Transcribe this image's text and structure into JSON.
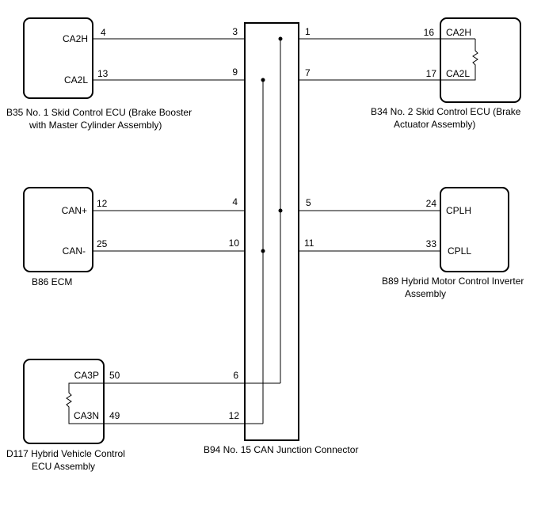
{
  "components": {
    "b35": {
      "caption_line1": "B35  No. 1 Skid Control ECU (Brake Booster",
      "caption_line2": "with Master Cylinder Assembly)",
      "pins": [
        {
          "label": "CA2H",
          "number": "4"
        },
        {
          "label": "CA2L",
          "number": "13"
        }
      ]
    },
    "b34": {
      "caption_line1": "B34  No. 2 Skid Control ECU (Brake",
      "caption_line2": "Actuator Assembly)",
      "pins": [
        {
          "label": "CA2H",
          "number": "16"
        },
        {
          "label": "CA2L",
          "number": "17"
        }
      ]
    },
    "b86": {
      "caption_line1": "B86  ECM",
      "pins": [
        {
          "label": "CAN+",
          "number": "12"
        },
        {
          "label": "CAN-",
          "number": "25"
        }
      ]
    },
    "b89": {
      "caption_line1": "B89  Hybrid Motor Control Inverter",
      "caption_line2": "Assembly",
      "pins": [
        {
          "label": "CPLH",
          "number": "24"
        },
        {
          "label": "CPLL",
          "number": "33"
        }
      ]
    },
    "d117": {
      "caption_line1": "D117 Hybrid Vehicle Control",
      "caption_line2": "ECU Assembly",
      "pins": [
        {
          "label": "CA3P",
          "number": "50"
        },
        {
          "label": "CA3N",
          "number": "49"
        }
      ]
    },
    "b94": {
      "caption": "B94 No. 15 CAN Junction Connector",
      "left_pins": [
        "3",
        "9",
        "4",
        "10",
        "6",
        "12"
      ],
      "right_pins": [
        "1",
        "7",
        "5",
        "11"
      ]
    }
  }
}
